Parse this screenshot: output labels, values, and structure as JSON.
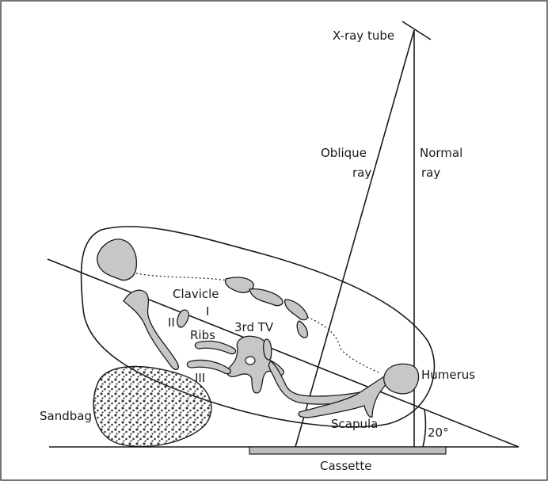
{
  "labels": {
    "xray_tube": "X-ray tube",
    "oblique_ray_1": "Oblique",
    "oblique_ray_2": "ray",
    "normal_ray_1": "Normal",
    "normal_ray_2": "ray",
    "clavicle": "Clavicle",
    "rib_I": "I",
    "rib_II": "II",
    "ribs": "Ribs",
    "third_tv": "3rd TV",
    "rib_III": "III",
    "humerus": "Humerus",
    "sandbag": "Sandbag",
    "scapula": "Scapula",
    "angle": "20°",
    "cassette": "Cassette"
  },
  "colors": {
    "bone_fill": "#c7c7c7",
    "line": "#1a1a1a",
    "cassette_fill": "#bdbdbd",
    "sandbag_dots": "#3a3a3a"
  }
}
